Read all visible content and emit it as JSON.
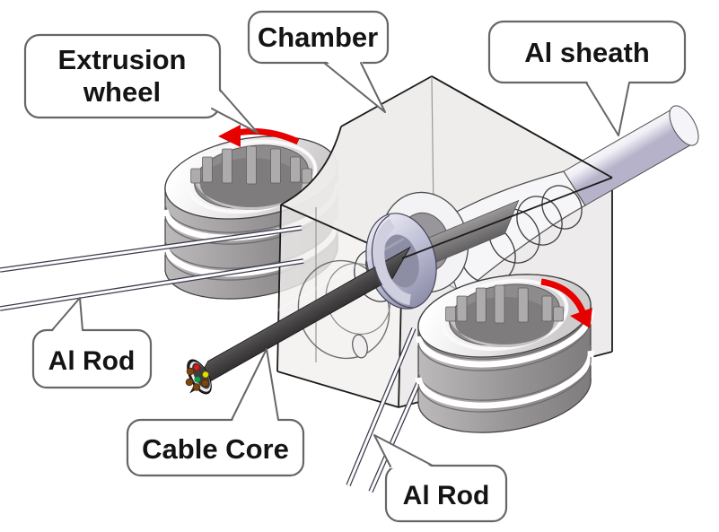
{
  "callouts": {
    "extrusion_wheel": {
      "line1": "Extrusion",
      "line2": "wheel"
    },
    "chamber": {
      "label": "Chamber"
    },
    "al_sheath": {
      "label": "Al sheath"
    },
    "al_rod_left": {
      "label": "Al Rod"
    },
    "cable_core": {
      "label": "Cable Core"
    },
    "al_rod_bottom": {
      "label": "Al Rod"
    }
  },
  "colors": {
    "arrow_red": "#e60000",
    "callout_border": "#666666",
    "chamber_edge": "#1c1c1c",
    "wheel_gray": "#928f91",
    "cable_dark": "#3a3838",
    "core_red": "#d31f1f",
    "core_yellow": "#e4e000",
    "core_green": "#12a34a",
    "core_brown": "#7d4510",
    "background": "#ffffff"
  }
}
